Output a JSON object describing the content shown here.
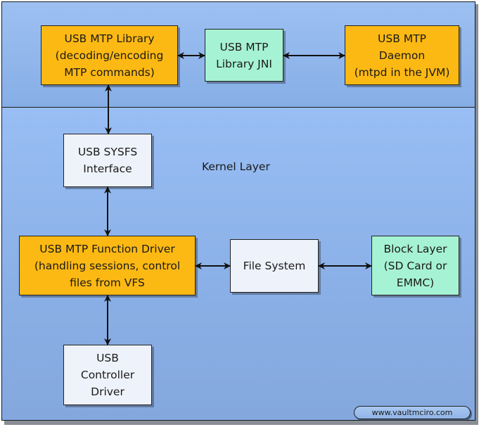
{
  "diagram": {
    "layers": {
      "kernel_label": "Kernel Layer"
    },
    "boxes": {
      "mtp_library": [
        "USB MTP Library",
        "(decoding/encoding",
        "MTP commands)"
      ],
      "mtp_jni": [
        "USB MTP",
        "Library JNI"
      ],
      "mtp_daemon": [
        "USB MTP",
        "Daemon",
        "(mtpd in the JVM)"
      ],
      "sysfs": [
        "USB SYSFS",
        "Interface"
      ],
      "function_driver": [
        "USB MTP Function Driver",
        "(handling sessions,  control",
        "files from VFS"
      ],
      "file_system": [
        "File System"
      ],
      "block_layer": [
        "Block Layer",
        "(SD Card or",
        "EMMC)"
      ],
      "controller_driver": [
        "USB",
        "Controller",
        "Driver"
      ]
    },
    "connections": [
      {
        "from": "mtp_library",
        "to": "mtp_jni",
        "type": "bidirectional"
      },
      {
        "from": "mtp_jni",
        "to": "mtp_daemon",
        "type": "bidirectional"
      },
      {
        "from": "mtp_library",
        "to": "sysfs",
        "type": "bidirectional"
      },
      {
        "from": "sysfs",
        "to": "function_driver",
        "type": "bidirectional"
      },
      {
        "from": "function_driver",
        "to": "file_system",
        "type": "bidirectional"
      },
      {
        "from": "file_system",
        "to": "block_layer",
        "type": "bidirectional"
      },
      {
        "from": "function_driver",
        "to": "controller_driver",
        "type": "bidirectional"
      }
    ],
    "watermark": "www.vaultmciro.com",
    "colors": {
      "orange": "#fdb913",
      "mint": "#a6f2d4",
      "light": "#eef2fa",
      "user_layer": "#9dc0f2",
      "kernel_layer": "#98bef5"
    }
  }
}
